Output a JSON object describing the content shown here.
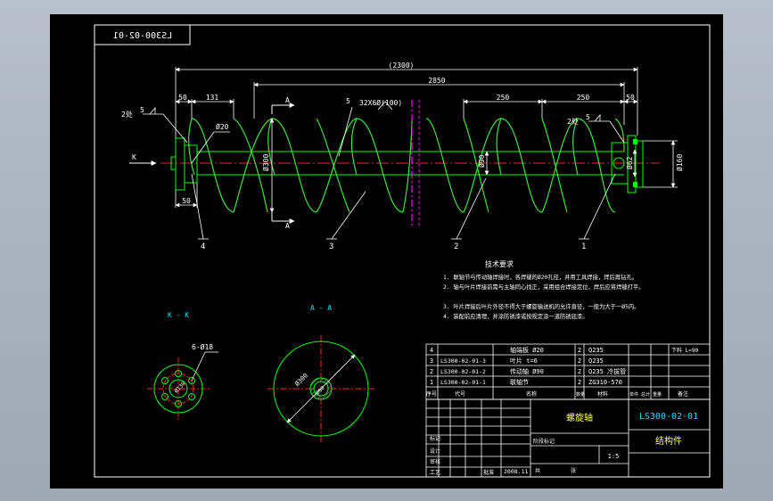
{
  "drawing_number_mirrored": "LS300-02-01",
  "view_markers": {
    "section_label": "A",
    "view_k_label": "K",
    "view_k_title": "K - K",
    "section_title": "A - A"
  },
  "dimensions": {
    "overall": "(2300)",
    "span": "2850",
    "pitch_1": "250",
    "pitch_2": "250",
    "left_50_top": "50",
    "left_131": "131",
    "right_50": "50",
    "left_50_bottom": "50",
    "dia_20": "Ø20",
    "dia_300": "Ø300",
    "dia_90": "Ø90",
    "dia_160": "Ø160",
    "dia_62": "Ø62",
    "blade_note": "32X6Ø(100)",
    "holes": "6-Ø18",
    "kk_dia": "Ø130",
    "aa_dia_300": "Ø300",
    "aa_dia_90": "Ø90"
  },
  "weld_symbols": {
    "left_qty": "2处",
    "left_size": "5",
    "right_qty": "2处",
    "right_size": "5",
    "mid_size": "5"
  },
  "balloons": [
    "4",
    "3",
    "2",
    "1"
  ],
  "tech_requirements": {
    "title": "技术要求",
    "items": [
      "1. 联轴节与传动轴焊接时，各焊缝的Ø20孔径，并用工具焊接，焊后再钻孔。",
      "2. 轴与叶片焊接前需与主轴同心找正，采用组合焊接定位，焊后应将焊缝打平。",
      "3. 叶片焊接后叶片外径不得大于螺旋输送机的允许直径，一般为大于一Ø5内。",
      "4. 装配前应清理，并涂防锈漆或按规定涂一道防锈底漆。"
    ]
  },
  "bom_rows": [
    {
      "no": "4",
      "code": "",
      "name": "轴端板 Ø20",
      "qty": "2",
      "material": "Q235",
      "remark": "下料 L=90"
    },
    {
      "no": "3",
      "code": "LS300-02-01-3",
      "name": "叶片 t=6",
      "qty": "2",
      "material": "Q235",
      "remark": ""
    },
    {
      "no": "2",
      "code": "LS300-02-01-2",
      "name": "传动轴 Ø90",
      "qty": "2",
      "material": "Q235 冷拔管",
      "remark": ""
    },
    {
      "no": "1",
      "code": "LS300-02-01-1",
      "name": "联轴节",
      "qty": "2",
      "material": "ZG310-570",
      "remark": ""
    }
  ],
  "bom_header": {
    "no": "序号",
    "code": "代号",
    "name": "名称",
    "qty": "数量",
    "material": "材料",
    "weight": "单件 总计 重量",
    "remark": "备注"
  },
  "title_block": {
    "drawing_no": "LS300-02-01",
    "part_name": "螺旋轴",
    "assembly_name": "结构件",
    "scale": "1:5",
    "date": "2008.11",
    "stage_label": "阶段标记",
    "mark_label": "标记",
    "design_label": "设计",
    "check_label": "审核",
    "process_label": "工艺",
    "approve_label": "批准",
    "count_label": "共",
    "sheet_label": "张"
  },
  "colors": {
    "background": "#000000",
    "frame": "#ffffff",
    "outline": "#00ff00",
    "blade": "#39e639",
    "dimension": "#ffffff",
    "centerline": "#ff2020",
    "cutting_plane": "#ff00ff",
    "text_cyan": "#00e5ff",
    "title_yellow": "#ffff66",
    "hatching": "#c8c8c8"
  }
}
